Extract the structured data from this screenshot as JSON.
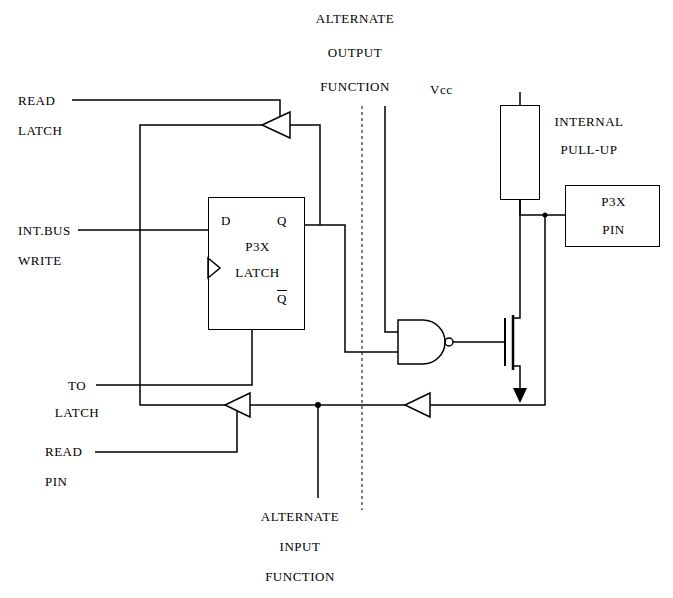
{
  "diagram": {
    "nodes": [
      {
        "text": [
          "D",
          "Q",
          "P3X LATCH",
          "Q"
        ]
      },
      {
        "text": [
          "INTERNAL PULL-UP"
        ]
      },
      {
        "text": [
          "P3X PIN"
        ]
      }
    ],
    "edges": [
      {
        "from": 2,
        "to": 1,
        "arrow": "none"
      }
    ],
    "labels": [
      "ALTERNATE OUTPUT FUNCTION",
      "Vcc",
      "READ LATCH",
      "INT.BUS WRITE",
      "TO LATCH",
      "READ PIN",
      "ALTERNATE INPUT FUNCTION"
    ]
  }
}
